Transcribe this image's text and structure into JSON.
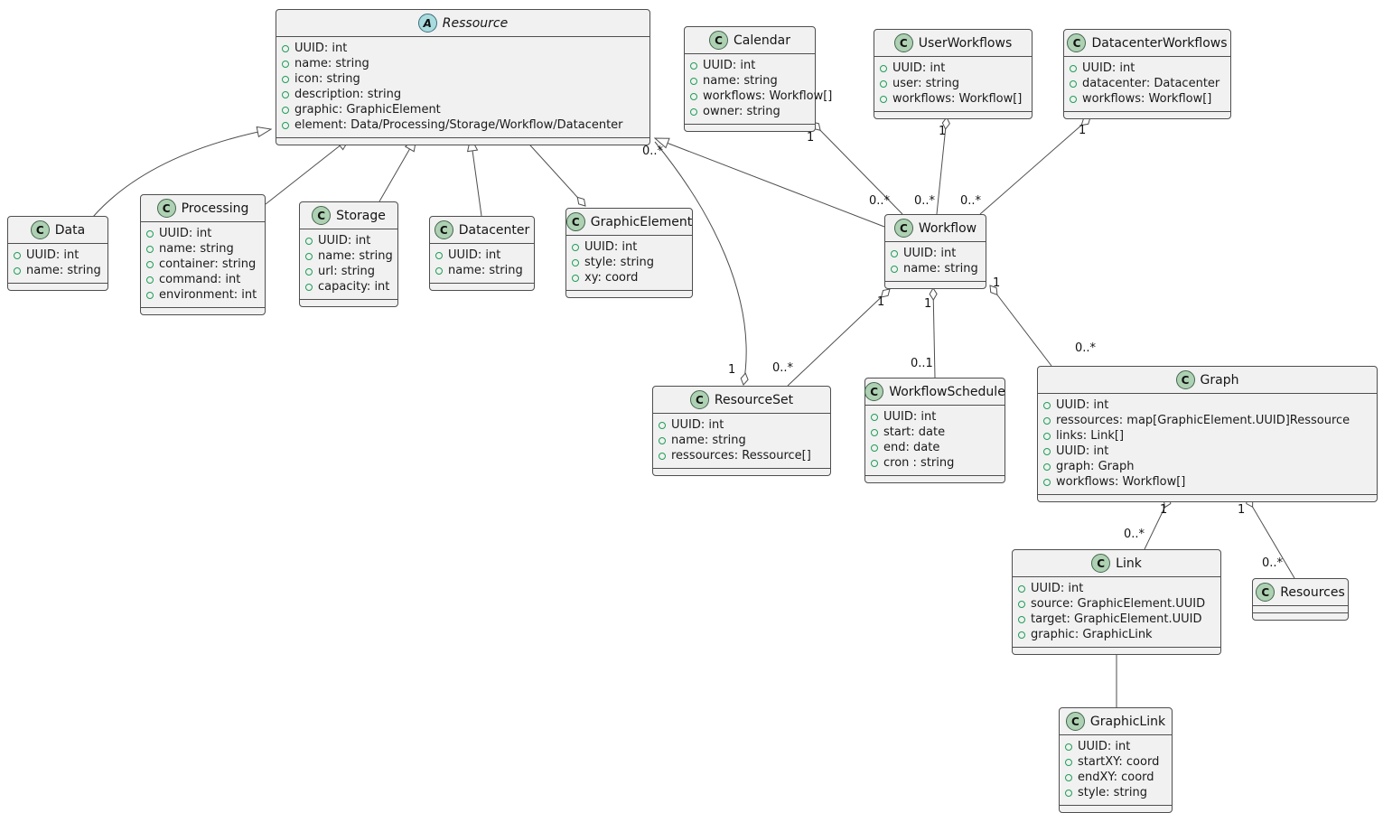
{
  "diagram": {
    "type": "uml-class-diagram",
    "classes": [
      {
        "id": "ressource",
        "stereotype": "A",
        "kind": "abstract class",
        "name": "Ressource",
        "attrs": [
          "UUID: int",
          "name: string",
          "icon: string",
          "description: string",
          "graphic: GraphicElement",
          "element: Data/Processing/Storage/Workflow/Datacenter"
        ]
      },
      {
        "id": "calendar",
        "stereotype": "C",
        "kind": "class",
        "name": "Calendar",
        "attrs": [
          "UUID: int",
          "name: string",
          "workflows: Workflow[]",
          "owner: string"
        ]
      },
      {
        "id": "userworkflows",
        "stereotype": "C",
        "kind": "class",
        "name": "UserWorkflows",
        "attrs": [
          "UUID: int",
          "user: string",
          "workflows: Workflow[]"
        ]
      },
      {
        "id": "datacenterworkflows",
        "stereotype": "C",
        "kind": "class",
        "name": "DatacenterWorkflows",
        "attrs": [
          "UUID: int",
          "datacenter: Datacenter",
          "workflows: Workflow[]"
        ]
      },
      {
        "id": "data",
        "stereotype": "C",
        "kind": "class",
        "name": "Data",
        "attrs": [
          "UUID: int",
          "name: string"
        ]
      },
      {
        "id": "processing",
        "stereotype": "C",
        "kind": "class",
        "name": "Processing",
        "attrs": [
          "UUID: int",
          "name: string",
          "container: string",
          "command: int",
          "environment: int"
        ]
      },
      {
        "id": "storage",
        "stereotype": "C",
        "kind": "class",
        "name": "Storage",
        "attrs": [
          "UUID: int",
          "name: string",
          "url: string",
          "capacity: int"
        ]
      },
      {
        "id": "datacenter",
        "stereotype": "C",
        "kind": "class",
        "name": "Datacenter",
        "attrs": [
          "UUID: int",
          "name: string"
        ]
      },
      {
        "id": "graphicelement",
        "stereotype": "C",
        "kind": "class",
        "name": "GraphicElement",
        "attrs": [
          "UUID: int",
          "style: string",
          "xy: coord"
        ]
      },
      {
        "id": "workflow",
        "stereotype": "C",
        "kind": "class",
        "name": "Workflow",
        "attrs": [
          "UUID: int",
          "name: string"
        ]
      },
      {
        "id": "resourceset",
        "stereotype": "C",
        "kind": "class",
        "name": "ResourceSet",
        "attrs": [
          "UUID: int",
          "name: string",
          "ressources: Ressource[]"
        ]
      },
      {
        "id": "workflowschedule",
        "stereotype": "C",
        "kind": "class",
        "name": "WorkflowSchedule",
        "attrs": [
          "UUID: int",
          "start: date",
          "end: date",
          "cron : string"
        ]
      },
      {
        "id": "graph",
        "stereotype": "C",
        "kind": "class",
        "name": "Graph",
        "attrs": [
          "UUID: int",
          "ressources: map[GraphicElement.UUID]Ressource",
          "links: Link[]",
          "UUID: int",
          "graph: Graph",
          "workflows: Workflow[]"
        ]
      },
      {
        "id": "link",
        "stereotype": "C",
        "kind": "class",
        "name": "Link",
        "attrs": [
          "UUID: int",
          "source: GraphicElement.UUID",
          "target: GraphicElement.UUID",
          "graphic: GraphicLink"
        ]
      },
      {
        "id": "resources",
        "stereotype": "C",
        "kind": "class",
        "name": "Resources",
        "attrs": []
      },
      {
        "id": "graphiclink",
        "stereotype": "C",
        "kind": "class",
        "name": "GraphicLink",
        "attrs": [
          "UUID: int",
          "startXY: coord",
          "endXY: coord",
          "style: string"
        ]
      }
    ],
    "edges": [
      {
        "type": "generalization",
        "from": "Data",
        "to": "Ressource"
      },
      {
        "type": "generalization",
        "from": "Processing",
        "to": "Ressource"
      },
      {
        "type": "generalization",
        "from": "Storage",
        "to": "Ressource"
      },
      {
        "type": "generalization",
        "from": "Datacenter",
        "to": "Ressource"
      },
      {
        "type": "generalization",
        "from": "Workflow",
        "to": "Ressource"
      },
      {
        "type": "aggregation",
        "owner": "GraphicElement",
        "member": "Ressource"
      },
      {
        "type": "aggregation",
        "owner": "Calendar",
        "member": "Workflow",
        "owner_mult": "1",
        "member_mult": "0..*"
      },
      {
        "type": "aggregation",
        "owner": "UserWorkflows",
        "member": "Workflow",
        "owner_mult": "1",
        "member_mult": "0..*"
      },
      {
        "type": "aggregation",
        "owner": "DatacenterWorkflows",
        "member": "Workflow",
        "owner_mult": "1",
        "member_mult": "0..*"
      },
      {
        "type": "aggregation",
        "owner": "ResourceSet",
        "member": "Ressource",
        "owner_mult": "1",
        "member_mult": "0..*"
      },
      {
        "type": "aggregation",
        "owner": "Workflow",
        "member": "ResourceSet",
        "owner_mult": "1",
        "member_mult": "0..*"
      },
      {
        "type": "aggregation",
        "owner": "Workflow",
        "member": "WorkflowSchedule",
        "owner_mult": "1",
        "member_mult": "0..1"
      },
      {
        "type": "aggregation",
        "owner": "Workflow",
        "member": "Graph",
        "owner_mult": "1",
        "member_mult": "0..*"
      },
      {
        "type": "aggregation",
        "owner": "Graph",
        "member": "Link",
        "owner_mult": "1",
        "member_mult": "0..*"
      },
      {
        "type": "aggregation",
        "owner": "Graph",
        "member": "Resources",
        "owner_mult": "1",
        "member_mult": "0..*"
      },
      {
        "type": "association",
        "from": "Link",
        "to": "GraphicLink"
      }
    ],
    "multiplicities": [
      {
        "edge": "calendar-workflow",
        "end": "calendar",
        "text": "1"
      },
      {
        "edge": "userworkflows-workflow",
        "end": "userworkflows",
        "text": "1"
      },
      {
        "edge": "datacenterworkflows-workflow",
        "end": "datacenterworkflows",
        "text": "1"
      },
      {
        "edge": "calendar-workflow",
        "end": "workflow",
        "text": "0..*"
      },
      {
        "edge": "userworkflows-workflow",
        "end": "workflow",
        "text": "0..*"
      },
      {
        "edge": "datacenterworkflows-workflow",
        "end": "workflow",
        "text": "0..*"
      },
      {
        "edge": "resourceset-ressource",
        "end": "ressource",
        "text": "0..*"
      },
      {
        "edge": "resourceset-ressource",
        "end": "resourceset",
        "text": "1"
      },
      {
        "edge": "workflow-resourceset",
        "end": "resourceset",
        "text": "0..*"
      },
      {
        "edge": "workflow-resourceset",
        "end": "workflow",
        "text": "1"
      },
      {
        "edge": "workflow-workflowschedule",
        "end": "workflow",
        "text": "1"
      },
      {
        "edge": "workflow-graph",
        "end": "workflow",
        "text": "1"
      },
      {
        "edge": "workflow-workflowschedule",
        "end": "workflowschedule",
        "text": "0..1"
      },
      {
        "edge": "workflow-graph",
        "end": "graph",
        "text": "0..*"
      },
      {
        "edge": "graph-link",
        "end": "graph",
        "text": "1"
      },
      {
        "edge": "graph-link",
        "end": "link",
        "text": "0..*"
      },
      {
        "edge": "graph-resources",
        "end": "graph",
        "text": "1"
      },
      {
        "edge": "graph-resources",
        "end": "resources",
        "text": "0..*"
      }
    ]
  },
  "colors": {
    "box_fill": "#f1f1f1",
    "box_border": "#4e4e4e",
    "class_circle_fill": "#add1b2",
    "abstract_circle_fill": "#a9dcdf",
    "field_bullet": "#1f9e58",
    "line": "#4e4e4e"
  }
}
